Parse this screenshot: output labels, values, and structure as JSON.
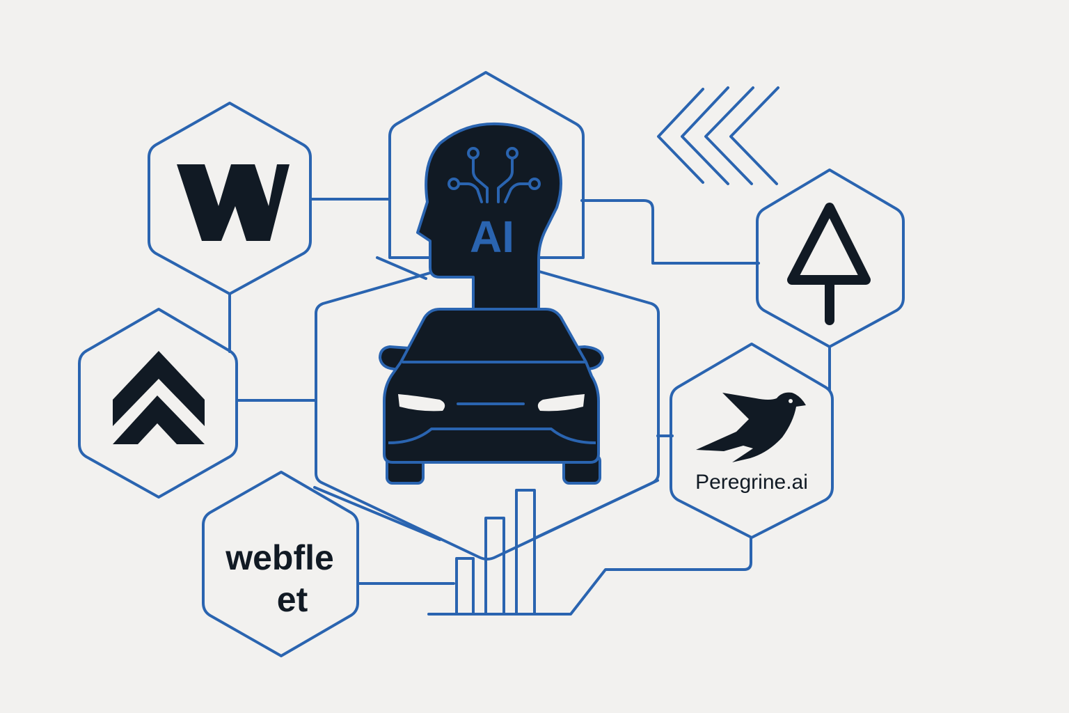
{
  "colors": {
    "background": "#f2f1ef",
    "accent_blue": "#2a64b0",
    "dark": "#111a24"
  },
  "center": {
    "head_label": "AI",
    "head_icon": "ai-brain-circuit-icon",
    "car_icon": "car-front-icon"
  },
  "nodes": {
    "w_logo": {
      "icon": "w-letter-logo-icon"
    },
    "chevron_logo": {
      "icon": "double-chevron-up-logo-icon"
    },
    "webfleet": {
      "line1": "webfle",
      "line2": "et"
    },
    "tree_logo": {
      "icon": "triangle-tree-logo-icon"
    },
    "peregrine": {
      "label": "Peregrine.ai",
      "icon": "peregrine-bird-icon"
    }
  },
  "decor": {
    "speed_lines": "speed-chevron-lines-icon",
    "bar_chart": "bar-chart-icon"
  }
}
